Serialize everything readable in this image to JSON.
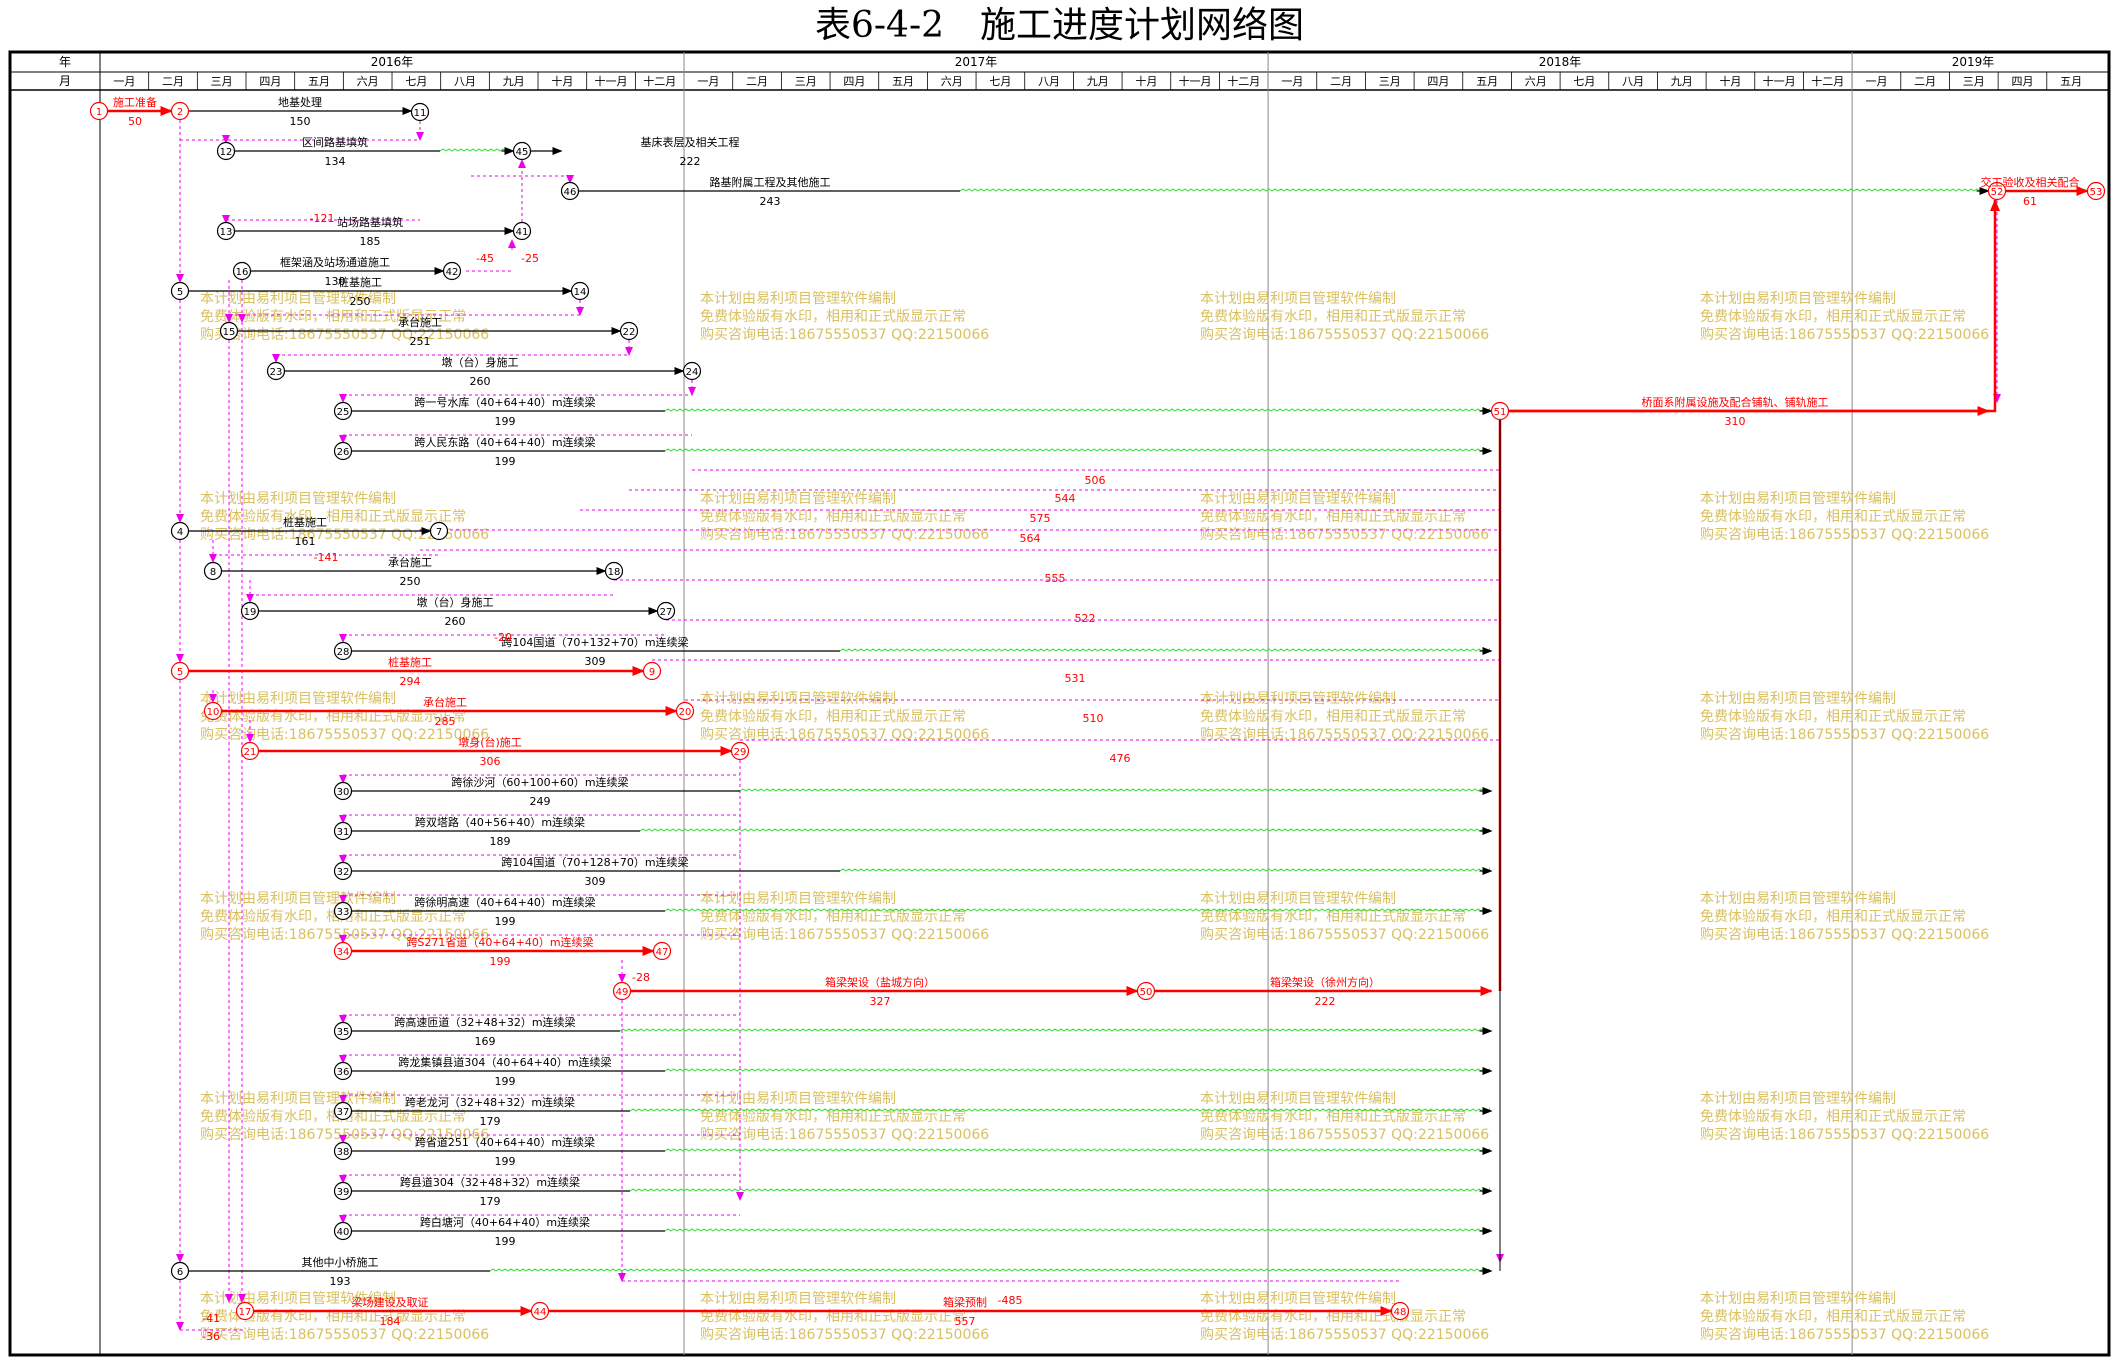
{
  "title": "表6-4-2　施工进度计划网络图",
  "header": {
    "row_year_label": "年",
    "row_month_label": "月",
    "years": [
      "2016年",
      "2017年",
      "2018年",
      "2019年"
    ],
    "months_2016": [
      "一月",
      "二月",
      "三月",
      "四月",
      "五月",
      "六月",
      "七月",
      "八月",
      "九月",
      "十月",
      "十一月",
      "十二月"
    ],
    "months_2017": [
      "一月",
      "二月",
      "三月",
      "四月",
      "五月",
      "六月",
      "七月",
      "八月",
      "九月",
      "十月",
      "十一月",
      "十二月"
    ],
    "months_2018": [
      "一月",
      "二月",
      "三月",
      "四月",
      "五月",
      "六月",
      "七月",
      "八月",
      "九月",
      "十月",
      "十一月",
      "十二月"
    ],
    "months_2019": [
      "一月",
      "二月",
      "三月",
      "四月",
      "五月"
    ]
  },
  "watermark": {
    "line1": "本计划由易利项目管理软件编制",
    "line2": "免费体验版有水印，相用和正式版显示正常",
    "line3": "购买咨询电话:18675550537 QQ:22150066"
  },
  "nodes": [
    "1",
    "2",
    "11",
    "12",
    "45",
    "46",
    "13",
    "41",
    "16",
    "42",
    "5",
    "14",
    "15",
    "22",
    "23",
    "24",
    "25",
    "26",
    "4",
    "7",
    "8",
    "18",
    "19",
    "27",
    "28",
    "9",
    "10",
    "20",
    "21",
    "29",
    "30",
    "31",
    "32",
    "33",
    "34",
    "47",
    "49",
    "50",
    "35",
    "36",
    "37",
    "38",
    "39",
    "40",
    "6",
    "17",
    "44",
    "48",
    "51",
    "52",
    "53"
  ],
  "activities": [
    {
      "name": "施工准备",
      "duration": "50",
      "critical": true
    },
    {
      "name": "地基处理",
      "duration": "150",
      "critical": false
    },
    {
      "name": "区间路基填筑",
      "duration": "134",
      "critical": false
    },
    {
      "name": "基床表层及相关工程",
      "duration": "222",
      "critical": false
    },
    {
      "name": "路基附属工程及其他施工",
      "duration": "243",
      "critical": false
    },
    {
      "name": "站场路基填筑",
      "duration": "185",
      "critical": false
    },
    {
      "name": "框架涵及站场通道施工",
      "duration": "130",
      "critical": false
    },
    {
      "name": "桩基施工",
      "duration": "250",
      "critical": false
    },
    {
      "name": "承台施工",
      "duration": "251",
      "critical": false
    },
    {
      "name": "墩（台）身施工",
      "duration": "260",
      "critical": false
    },
    {
      "name": "跨一号水库（40+64+40）m连续梁",
      "duration": "199",
      "critical": false
    },
    {
      "name": "跨人民东路（40+64+40）m连续梁",
      "duration": "199",
      "critical": false
    },
    {
      "name": "桩基施工",
      "duration": "161",
      "critical": false
    },
    {
      "name": "承台施工",
      "duration": "250",
      "critical": false
    },
    {
      "name": "墩（台）身施工",
      "duration": "260",
      "critical": false
    },
    {
      "name": "跨104国道（70+132+70）m连续梁",
      "duration": "309",
      "critical": false
    },
    {
      "name": "桩基施工",
      "duration": "294",
      "critical": true
    },
    {
      "name": "承台施工",
      "duration": "285",
      "critical": true
    },
    {
      "name": "墩身(台)施工",
      "duration": "306",
      "critical": true
    },
    {
      "name": "跨徐沙河（60+100+60）m连续梁",
      "duration": "249",
      "critical": false
    },
    {
      "name": "跨双塔路（40+56+40）m连续梁",
      "duration": "189",
      "critical": false
    },
    {
      "name": "跨104国道（70+128+70）m连续梁",
      "duration": "309",
      "critical": false
    },
    {
      "name": "跨徐明高速（40+64+40）m连续梁",
      "duration": "199",
      "critical": false
    },
    {
      "name": "跨S271省道（40+64+40）m连续梁",
      "duration": "199",
      "critical": true
    },
    {
      "name": "箱梁架设（盐城方向）",
      "duration": "327",
      "critical": true
    },
    {
      "name": "箱梁架设（徐州方向）",
      "duration": "222",
      "critical": true
    },
    {
      "name": "跨高速匝道（32+48+32）m连续梁",
      "duration": "169",
      "critical": false
    },
    {
      "name": "跨龙集镇县道304（40+64+40）m连续梁",
      "duration": "199",
      "critical": false
    },
    {
      "name": "跨老龙河（32+48+32）m连续梁",
      "duration": "179",
      "critical": false
    },
    {
      "name": "跨省道251（40+64+40）m连续梁",
      "duration": "199",
      "critical": false
    },
    {
      "name": "跨县道304（32+48+32）m连续梁",
      "duration": "179",
      "critical": false
    },
    {
      "name": "跨白塘河（40+64+40）m连续梁",
      "duration": "199",
      "critical": false
    },
    {
      "name": "其他中小桥施工",
      "duration": "193",
      "critical": false
    },
    {
      "name": "梁场建设及取证",
      "duration": "184",
      "critical": true
    },
    {
      "name": "箱梁预制",
      "duration": "557",
      "critical": true
    },
    {
      "name": "桥面系附属设施及配合铺轨、铺轨施工",
      "duration": "310",
      "critical": true
    },
    {
      "name": "交工验收及相关配合",
      "duration": "61",
      "critical": true
    }
  ],
  "float_labels": [
    "-121",
    "-45",
    "-141",
    "-20",
    "-28",
    "-485",
    "-25",
    "506",
    "544",
    "575",
    "564",
    "555",
    "522",
    "531",
    "510",
    "476",
    "-41",
    "-36"
  ],
  "colors": {
    "critical": "#ff0000",
    "normal": "#000000",
    "free_float": "#33dd33",
    "dependency": "#ee00ee",
    "watermark": "#d8c060",
    "grid": "#888888"
  }
}
